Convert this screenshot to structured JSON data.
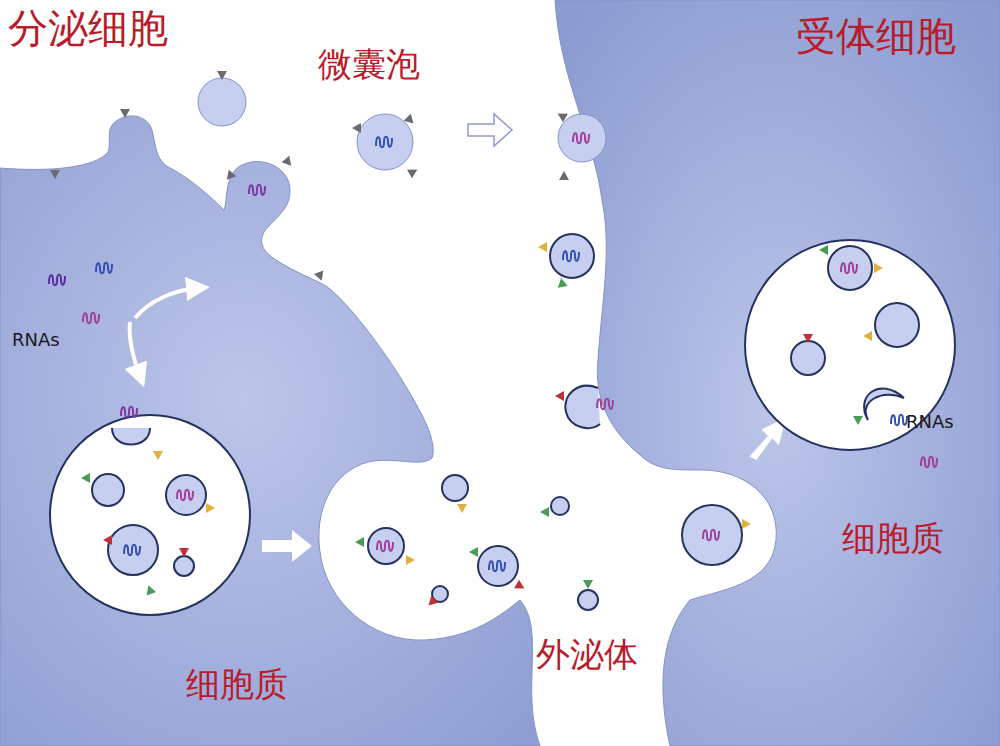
{
  "diagram": {
    "labels": [
      "分泌细胞",
      "微囊泡",
      "受体细胞",
      "RNAs",
      "RNAs",
      "细胞质",
      "外泌体",
      "细胞质"
    ]
  }
}
